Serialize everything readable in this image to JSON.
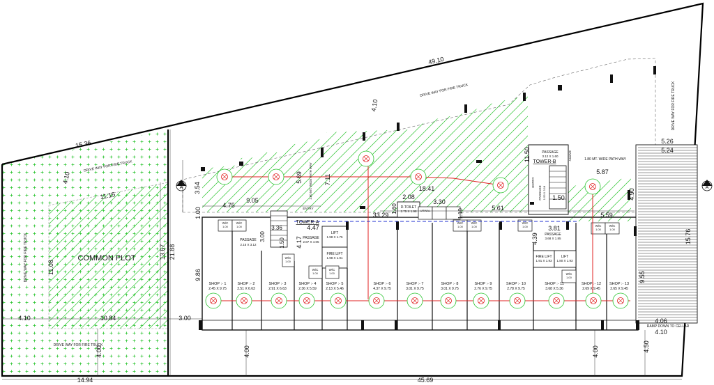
{
  "dimensions": {
    "top_edge": "49.10",
    "left_top_edge": "15.36",
    "bottom_left": "14.94",
    "bottom_main": "45.69",
    "left_plot_height": "21.88",
    "inner_plot_height": "13.67",
    "inner_plot_width": "10.84",
    "plot_width": "11.15",
    "plot_depth": "11.08",
    "setback_left": "4.10",
    "setback_left_top": "4.10",
    "setback_gap": "3.00",
    "setback_top": "4.10",
    "setback_right_top": "5.26",
    "ramp_width": "5.24",
    "ramp_length": "15.76",
    "right_side": "9.55",
    "right_bottom": "4.06",
    "right_bottom_2": "4.10",
    "bottom_margin_left": "4.00",
    "bottom_margin_right": "4.00",
    "bottom_corner": "4.50",
    "front_depth": "9.86",
    "open_space_width": "9.05",
    "open_space_1": "4.75",
    "path_1": "1.00",
    "side_1": "3.54",
    "dim_569": "5.69",
    "dim_711": "7.11",
    "dim_1841": "18.41",
    "dim_3329": "33.29",
    "dim_208": "2.08",
    "dim_330": "3.30",
    "dim_160": "1.60",
    "dim_110": "1.10",
    "dim_561": "5.61",
    "dim_1150": "11.50",
    "dim_587": "5.87",
    "dim_490": "4.90",
    "dim_150": "1.50",
    "dim_559": "5.59",
    "dim_381": "3.81",
    "dim_439": "4.39",
    "dim_447": "4.47",
    "dim_417": "4.17",
    "dim_336": "3.36",
    "dim_300": "3.00",
    "dim_150b": "1.50",
    "dim_400": "4.00"
  },
  "labels": {
    "common_plot": "COMMON PLOT",
    "drive_way_top": "DRIVE WAY FOR FIRE TRUCK",
    "drive_way_left_top": "DRIVE WAY FOR FIRE TRUCK",
    "drive_way_left": "DRIVE WAY FOR FIRE TRUCK",
    "drive_way_bottom": "DRIVE WAY FOR FIRE TRUCK",
    "drive_way_right": "DRIVE WAY FOR FIRE TRUCK",
    "path_way_1": "1.80 MT. WIDE PATH WAY",
    "path_way_2": "1.80 MT. WIDE PATH WAY",
    "tower_a": "TOWER-A",
    "tower_b": "TOWER-B",
    "entry_1": "ENTRY",
    "entry_2": "ENTRY",
    "entry_3": "ENTRY",
    "ramp": "RAMP DOWN TO CELLAR",
    "section_marker": "A",
    "passage_1_name": "PASSAGE",
    "passage_1_size": "2.87 X 4.05",
    "passage_2_name": "PASSAGE",
    "passage_2_size": "3.68 X 1.85",
    "passage_3_name": "PASSAGE",
    "passage_3_size": "3.12 X 1.60",
    "passage_4_name": "PASSAGE",
    "passage_4_size": "1.53 X 3.18",
    "lift_a_name": "LIFT",
    "lift_a_size": "1.98 X 1.75",
    "fire_lift_a_name": "FIRE LIFT",
    "fire_lift_a_size": "1.98 X 1.91",
    "lift_b_name": "LIFT",
    "lift_b_size": "1.80 X 1.93",
    "fire_lift_b_name": "FIRE LIFT",
    "fire_lift_b_size": "1.91 X 1.93",
    "d_toilet_name": "D.TOILET",
    "d_toilet_size": "2.75 X 1.98",
    "wc_name": "W/C",
    "wc_size_1": "1.00",
    "wc_size_2": "X 1.00",
    "urinal": "URINAL",
    "passage_left_name": "PASSAGE",
    "passage_left_size": "2.15 X 3.12"
  },
  "shops": [
    {
      "name": "SHOP :- 1",
      "size": "2.45 X 9.75"
    },
    {
      "name": "SHOP :- 2",
      "size": "2.51 X 6.63"
    },
    {
      "name": "SHOP :- 3",
      "size": "2.91 X 6.63"
    },
    {
      "name": "SHOP :- 4",
      "size": "2.36 X 5.59"
    },
    {
      "name": "SHOP :- 5",
      "size": "2.13 X 5.46"
    },
    {
      "name": "SHOP :- 6",
      "size": "4.37 X 9.75"
    },
    {
      "name": "SHOP :- 7",
      "size": "3.01 X 9.75"
    },
    {
      "name": "SHOP :- 8",
      "size": "3.01 X 9.75"
    },
    {
      "name": "SHOP :- 9",
      "size": "2.76 X 9.75"
    },
    {
      "name": "SHOP :- 10",
      "size": "2.78 X 9.75"
    },
    {
      "name": "SHOP :- 11",
      "size": "3.68 X 5.36"
    },
    {
      "name": "SHOP :- 12",
      "size": "2.69 X 9.45"
    },
    {
      "name": "SHOP :- 13",
      "size": "2.65 X 9.45"
    }
  ],
  "colors": {
    "hatch": "#29c42e",
    "line": "#111111",
    "red": "#e02020",
    "blue": "#2030d0",
    "boundary": "#000000"
  }
}
